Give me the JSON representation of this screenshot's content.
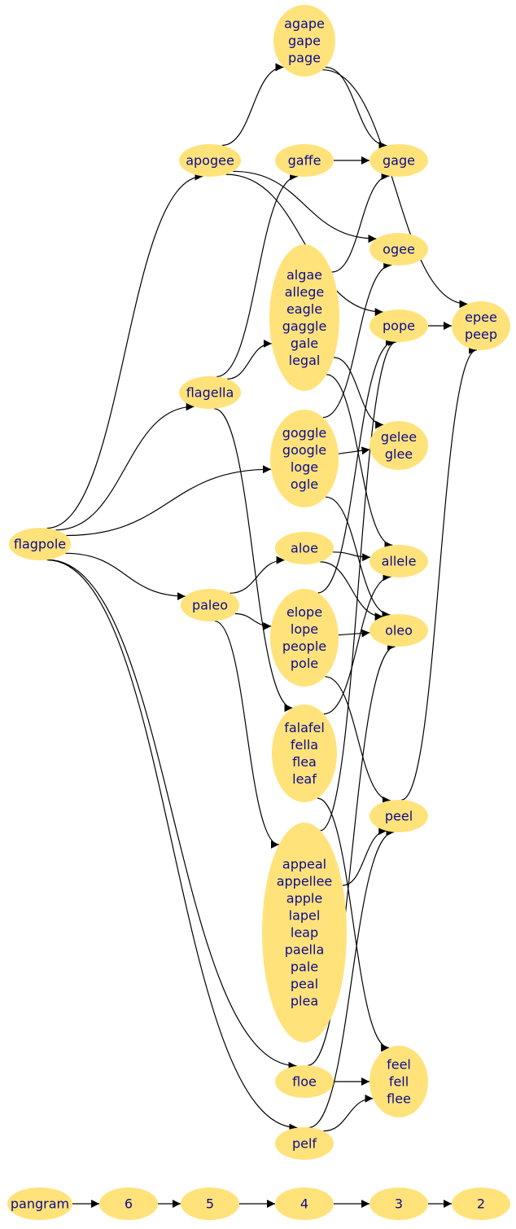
{
  "colors": {
    "node_fill": "#ffe27a",
    "node_text": "#0b0b8f",
    "edge": "#000000"
  },
  "nodes": [
    {
      "id": "agape",
      "words": [
        "agape",
        "gape",
        "page"
      ]
    },
    {
      "id": "apogee",
      "words": [
        "apogee"
      ]
    },
    {
      "id": "gaffe",
      "words": [
        "gaffe"
      ]
    },
    {
      "id": "gage",
      "words": [
        "gage"
      ]
    },
    {
      "id": "ogee",
      "words": [
        "ogee"
      ]
    },
    {
      "id": "algae",
      "words": [
        "algae",
        "allege",
        "eagle",
        "gaggle",
        "gale",
        "legal"
      ]
    },
    {
      "id": "pope",
      "words": [
        "pope"
      ]
    },
    {
      "id": "epee",
      "words": [
        "epee",
        "peep"
      ]
    },
    {
      "id": "flagella",
      "words": [
        "flagella"
      ]
    },
    {
      "id": "goggle",
      "words": [
        "goggle",
        "google",
        "loge",
        "ogle"
      ]
    },
    {
      "id": "gelee",
      "words": [
        "gelee",
        "glee"
      ]
    },
    {
      "id": "flagpole",
      "words": [
        "flagpole"
      ]
    },
    {
      "id": "aloe",
      "words": [
        "aloe"
      ]
    },
    {
      "id": "allele",
      "words": [
        "allele"
      ]
    },
    {
      "id": "paleo",
      "words": [
        "paleo"
      ]
    },
    {
      "id": "elope",
      "words": [
        "elope",
        "lope",
        "people",
        "pole"
      ]
    },
    {
      "id": "oleo",
      "words": [
        "oleo"
      ]
    },
    {
      "id": "falafel",
      "words": [
        "falafel",
        "fella",
        "flea",
        "leaf"
      ]
    },
    {
      "id": "peel",
      "words": [
        "peel"
      ]
    },
    {
      "id": "appeal",
      "words": [
        "appeal",
        "appellee",
        "apple",
        "lapel",
        "leap",
        "paella",
        "pale",
        "peal",
        "plea"
      ]
    },
    {
      "id": "floe",
      "words": [
        "floe"
      ]
    },
    {
      "id": "feel",
      "words": [
        "feel",
        "fell",
        "flee"
      ]
    },
    {
      "id": "pelf",
      "words": [
        "pelf"
      ]
    },
    {
      "id": "pangram",
      "words": [
        "pangram"
      ]
    },
    {
      "id": "l6",
      "words": [
        "6"
      ]
    },
    {
      "id": "l5",
      "words": [
        "5"
      ]
    },
    {
      "id": "l4",
      "words": [
        "4"
      ]
    },
    {
      "id": "l3",
      "words": [
        "3"
      ]
    },
    {
      "id": "l2",
      "words": [
        "2"
      ]
    }
  ],
  "edges": [
    [
      "flagpole",
      "apogee"
    ],
    [
      "flagpole",
      "flagella"
    ],
    [
      "flagpole",
      "goggle"
    ],
    [
      "flagpole",
      "paleo"
    ],
    [
      "flagpole",
      "floe"
    ],
    [
      "flagpole",
      "pelf"
    ],
    [
      "apogee",
      "agape"
    ],
    [
      "apogee",
      "ogee"
    ],
    [
      "apogee",
      "pope"
    ],
    [
      "agape",
      "gage"
    ],
    [
      "agape",
      "epee"
    ],
    [
      "gaffe",
      "gage"
    ],
    [
      "flagella",
      "gaffe"
    ],
    [
      "flagella",
      "algae"
    ],
    [
      "flagella",
      "falafel"
    ],
    [
      "algae",
      "gage"
    ],
    [
      "algae",
      "gelee"
    ],
    [
      "algae",
      "allele"
    ],
    [
      "goggle",
      "ogee"
    ],
    [
      "goggle",
      "gelee"
    ],
    [
      "goggle",
      "oleo"
    ],
    [
      "paleo",
      "aloe"
    ],
    [
      "paleo",
      "elope"
    ],
    [
      "paleo",
      "appeal"
    ],
    [
      "aloe",
      "allele"
    ],
    [
      "aloe",
      "oleo"
    ],
    [
      "elope",
      "pope"
    ],
    [
      "elope",
      "oleo"
    ],
    [
      "elope",
      "peel"
    ],
    [
      "falafel",
      "allele"
    ],
    [
      "falafel",
      "feel"
    ],
    [
      "appeal",
      "pope"
    ],
    [
      "appeal",
      "peel"
    ],
    [
      "floe",
      "oleo"
    ],
    [
      "floe",
      "feel"
    ],
    [
      "pelf",
      "peel"
    ],
    [
      "pelf",
      "feel"
    ],
    [
      "pope",
      "epee"
    ],
    [
      "peel",
      "epee"
    ],
    [
      "pangram",
      "l6"
    ],
    [
      "l6",
      "l5"
    ],
    [
      "l5",
      "l4"
    ],
    [
      "l4",
      "l3"
    ],
    [
      "l3",
      "l2"
    ]
  ]
}
